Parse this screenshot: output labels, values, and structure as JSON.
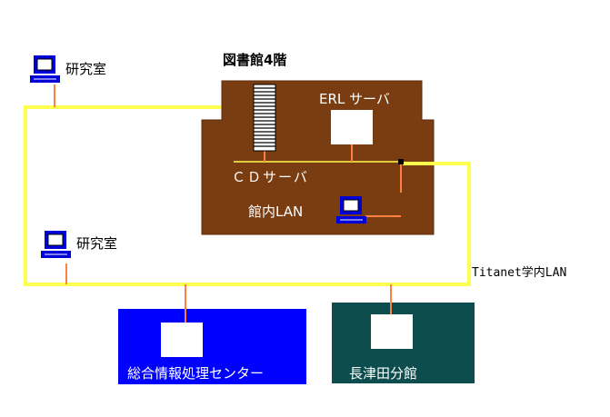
{
  "labels": {
    "lab_top": "研究室",
    "lab_mid": "研究室",
    "library_floor": "図書館4階",
    "erl_server": "ERL サーバ",
    "cd_server": "ＣＤサーバ",
    "internal_lan": "館内LAN",
    "campus_lan": "Titanet学内LAN",
    "computing_center": "総合情報処理センター",
    "branch_library": "長津田分館"
  },
  "icons": {
    "pc": "computer-terminal-icon",
    "server": "server-box-icon",
    "cd_tower": "cd-tower-icon"
  },
  "colors": {
    "network_yellow": "#ffff4d",
    "link_orange": "#ff8040",
    "library_brown": "#7a3d12",
    "center_blue": "#0000ff",
    "branch_teal": "#0d4d4d",
    "pc_blue": "#0000d8"
  }
}
